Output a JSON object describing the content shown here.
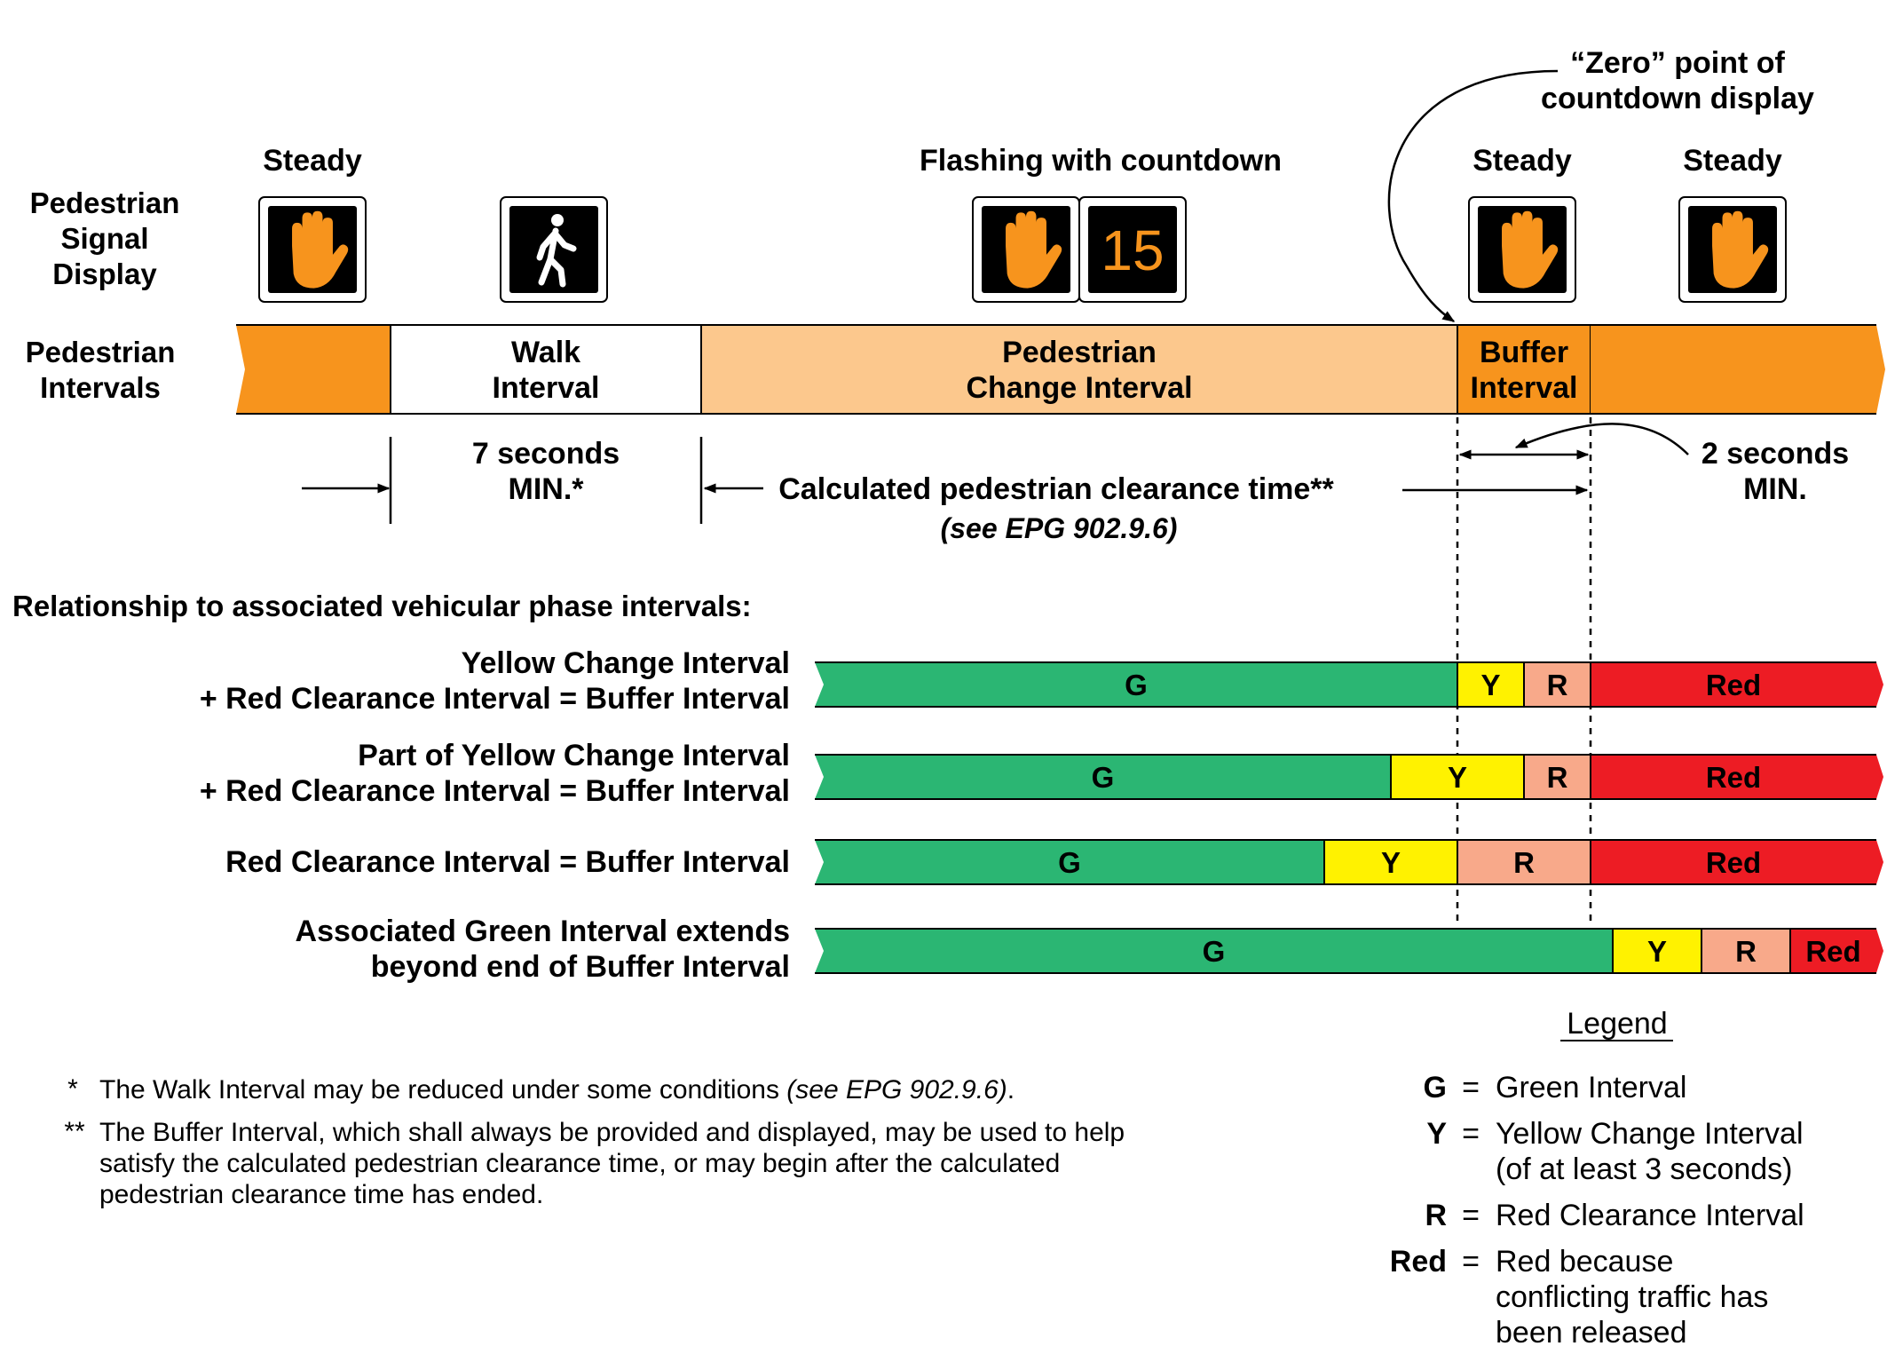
{
  "colors": {
    "orange": "#f7941d",
    "light_orange": "#fcc88d",
    "green": "#2bb673",
    "yellow": "#fff200",
    "salmon": "#f8a98a",
    "red": "#ed1c24",
    "lamp_bg": "#000000",
    "hand": "#f7941d",
    "walker": "#ffffff"
  },
  "signal_display": {
    "row_label": [
      "Pedestrian",
      "Signal",
      "Display"
    ],
    "headings": {
      "steady1": "Steady",
      "flashing": "Flashing with countdown",
      "steady2": "Steady",
      "steady3": "Steady"
    },
    "lamps": [
      {
        "icon": "hand-icon",
        "name": "steady-hand-signal-1"
      },
      {
        "icon": "walking-person-icon",
        "name": "walk-signal"
      },
      {
        "icon": "hand-icon",
        "name": "flashing-hand-signal"
      },
      {
        "icon": "countdown-display",
        "name": "countdown-display",
        "value": "15"
      },
      {
        "icon": "hand-icon",
        "name": "steady-hand-signal-2"
      },
      {
        "icon": "hand-icon",
        "name": "steady-hand-signal-3"
      }
    ],
    "zero_point_label": [
      "“Zero” point of",
      "countdown display"
    ]
  },
  "pedestrian_intervals": {
    "row_label": [
      "Pedestrian",
      "Intervals"
    ],
    "walk": [
      "Walk",
      "Interval"
    ],
    "change": [
      "Pedestrian",
      "Change Interval"
    ],
    "buffer": [
      "Buffer",
      "Interval"
    ]
  },
  "timing": {
    "walk_min": [
      "7 seconds",
      "MIN.*"
    ],
    "clearance": "Calculated pedestrian clearance time**",
    "clearance_ref": "(see EPG 902.9.6)",
    "buffer_min": [
      "2 seconds",
      "MIN."
    ]
  },
  "vehicular": {
    "heading": "Relationship to associated vehicular phase intervals:",
    "rows": [
      {
        "label": [
          "Yellow Change Interval",
          "+ Red Clearance Interval = Buffer Interval"
        ],
        "segments": [
          "G",
          "Y",
          "R",
          "Red"
        ]
      },
      {
        "label": [
          "Part of Yellow Change Interval",
          "+ Red Clearance Interval = Buffer Interval"
        ],
        "segments": [
          "G",
          "Y",
          "R",
          "Red"
        ]
      },
      {
        "label": [
          "Red Clearance Interval = Buffer Interval"
        ],
        "segments": [
          "G",
          "Y",
          "R",
          "Red"
        ]
      },
      {
        "label": [
          "Associated Green Interval extends",
          "beyond end of Buffer Interval"
        ],
        "segments": [
          "G",
          "Y",
          "R",
          "Red"
        ]
      }
    ]
  },
  "footnotes": {
    "note1_mark": "*",
    "note1_text": "The Walk Interval may be reduced under some conditions ",
    "note1_ref": "(see EPG 902.9.6)",
    "note1_end": ".",
    "note2_mark": "**",
    "note2_lines": [
      "The Buffer Interval, which shall always be provided and displayed, may be used to help",
      "satisfy the calculated pedestrian clearance time, or may begin after the calculated",
      "pedestrian clearance time has ended."
    ]
  },
  "legend": {
    "title": "Legend",
    "equals": "=",
    "items": [
      {
        "key": "G",
        "lines": [
          "Green Interval"
        ]
      },
      {
        "key": "Y",
        "lines": [
          "Yellow Change Interval",
          "(of at least 3 seconds)"
        ]
      },
      {
        "key": "R",
        "lines": [
          "Red Clearance Interval"
        ]
      },
      {
        "key": "Red",
        "lines": [
          "Red because",
          "conflicting traffic has",
          "been released"
        ]
      }
    ]
  }
}
